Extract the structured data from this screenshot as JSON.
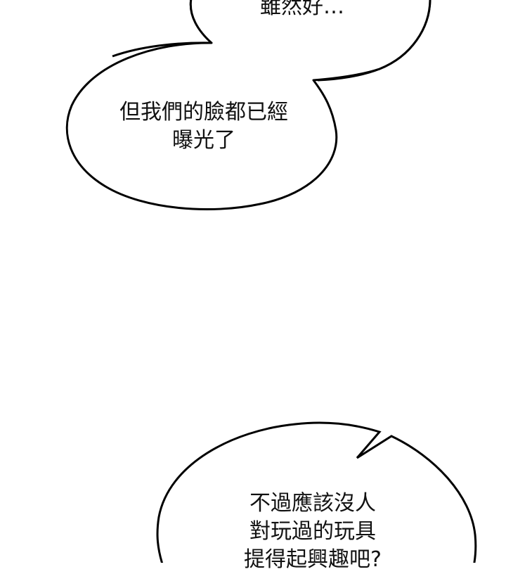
{
  "panel": {
    "background": "#ffffff",
    "outline_color": "#000000"
  },
  "bubbles": {
    "top": {
      "lines": [
        "雖然好…"
      ]
    },
    "middle": {
      "lines": [
        "但我們的臉都已經",
        "曝光了"
      ]
    },
    "lower": {
      "lines": [
        "不過應該沒人",
        "對玩過的玩具",
        "提得起興趣吧?"
      ]
    }
  }
}
